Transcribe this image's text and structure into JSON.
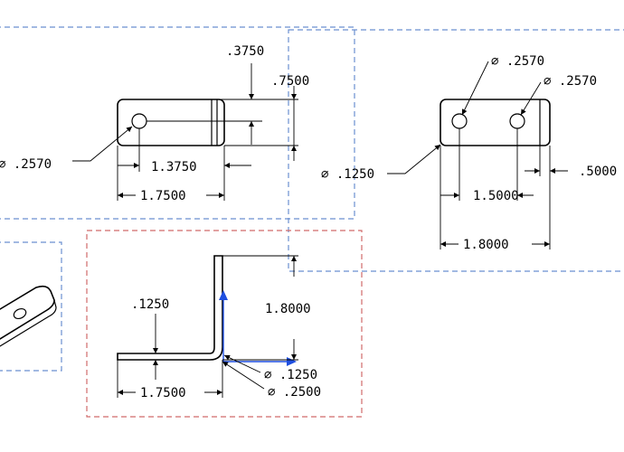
{
  "colors": {
    "frame_blue": "#6a8fd0",
    "frame_red": "#d06a6a",
    "csys": "#1f4fe0",
    "ink": "#000000"
  },
  "top_view": {
    "dim_375": ".3750",
    "dim_750": ".7500",
    "hole_dia": "∅ .2570",
    "dim_1375": "1.3750",
    "dim_1750": "1.7500"
  },
  "right_view": {
    "hole_dia_left": "∅ .2570",
    "hole_dia_right": "∅ .2570",
    "bend_radius": "∅ .1250",
    "dim_1500": "1.5000",
    "dim_500": ".5000",
    "dim_1800": "1.8000"
  },
  "front_view": {
    "dim_125": ".1250",
    "dim_1800": "1.8000",
    "bend_inner": "∅ .1250",
    "bend_outer": "∅ .2500",
    "dim_1750": "1.7500"
  },
  "icons": {
    "diameter_symbol": "diameter-symbol-icon",
    "coordinate_system": "coordinate-system-icon"
  }
}
